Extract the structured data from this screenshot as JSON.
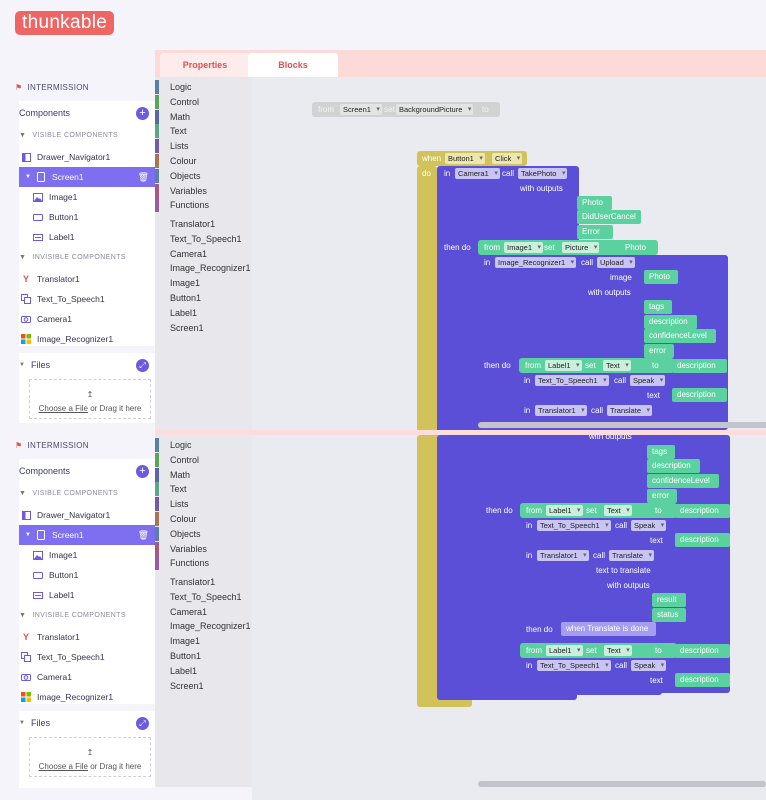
{
  "app": {
    "logo": "thunkable"
  },
  "tabs": [
    {
      "label": "Properties"
    },
    {
      "label": "Blocks"
    }
  ],
  "sidebar": {
    "screen_title": "INTERMISSION",
    "components_title": "Components",
    "visible_title": "VISIBLE COMPONENTS",
    "invisible_title": "INVISIBLE COMPONENTS",
    "files_title": "Files",
    "visible_items": [
      "Drawer_Navigator1",
      "Screen1",
      "Image1",
      "Button1",
      "Label1"
    ],
    "invisible_items": [
      "Translator1",
      "Text_To_Speech1",
      "Camera1",
      "Image_Recognizer1"
    ],
    "drop": {
      "link": "Choose a File",
      "rest": " or Drag it here"
    }
  },
  "drawer": {
    "categories": [
      {
        "label": "Logic",
        "color": "#5b80a5"
      },
      {
        "label": "Control",
        "color": "#5ba55b"
      },
      {
        "label": "Math",
        "color": "#5b67a5"
      },
      {
        "label": "Text",
        "color": "#5ba58c"
      },
      {
        "label": "Lists",
        "color": "#745ba5"
      },
      {
        "label": "Colour",
        "color": "#a5745b"
      },
      {
        "label": "Objects",
        "color": "#5b80a5"
      },
      {
        "label": "Variables",
        "color": "#a55b80"
      },
      {
        "label": "Functions",
        "color": "#995ba5"
      }
    ],
    "components": [
      "Translator1",
      "Text_To_Speech1",
      "Camera1",
      "Image_Recognizer1",
      "Image1",
      "Button1",
      "Label1",
      "Screen1"
    ]
  },
  "blocks": {
    "from": "from",
    "set": "set",
    "to": "to",
    "in": "in",
    "call": "call",
    "when": "when",
    "do": "do",
    "then_do": "then do",
    "with_outputs": "with outputs",
    "screen1": "Screen1",
    "background_picture": "BackgroundPicture",
    "button1": "Button1",
    "click": "Click",
    "camera1": "Camera1",
    "take_photo": "TakePhoto",
    "photo": "Photo",
    "did_user_cancel": "DidUserCancel",
    "error": "Error",
    "image1": "Image1",
    "picture": "Picture",
    "image_recognizer1": "Image_Recognizer1",
    "upload": "Upload",
    "image": "image",
    "tags": "tags",
    "description": "description",
    "confidence_level": "confidenceLevel",
    "error_lc": "error",
    "label1": "Label1",
    "text_prop": "Text",
    "text": "text",
    "tts1": "Text_To_Speech1",
    "speak": "Speak",
    "translator1": "Translator1",
    "translate": "Translate",
    "text_to_translate": "text to translate",
    "result": "result",
    "status": "status",
    "when_translate_done": "when Translate is done"
  },
  "colors": {
    "accent": "#6a5be0",
    "brand": "#ee6664",
    "events": "#d1c35a",
    "component": "#5a4fd6",
    "outputs": "#5cd1a0"
  }
}
